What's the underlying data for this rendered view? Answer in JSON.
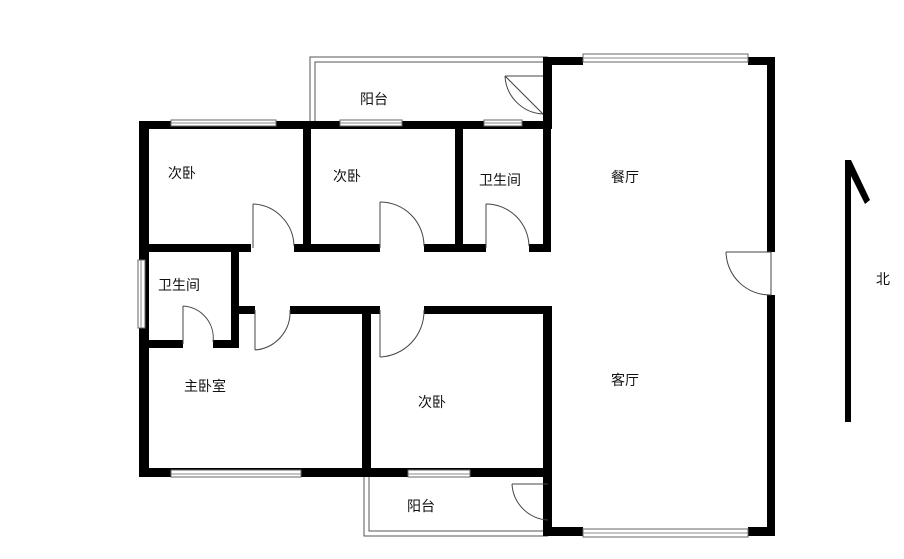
{
  "rooms": {
    "balcony_top": "阳台",
    "bedroom_upper_left": "次卧",
    "bedroom_upper_mid": "次卧",
    "bathroom_upper": "卫生间",
    "dining": "餐厅",
    "bathroom_left": "卫生间",
    "master_bedroom": "主卧室",
    "bedroom_lower": "次卧",
    "living": "客厅",
    "balcony_bottom": "阳台"
  },
  "compass": {
    "label": "北"
  },
  "colors": {
    "wall": "#000000",
    "line": "#555555",
    "background": "#ffffff"
  }
}
